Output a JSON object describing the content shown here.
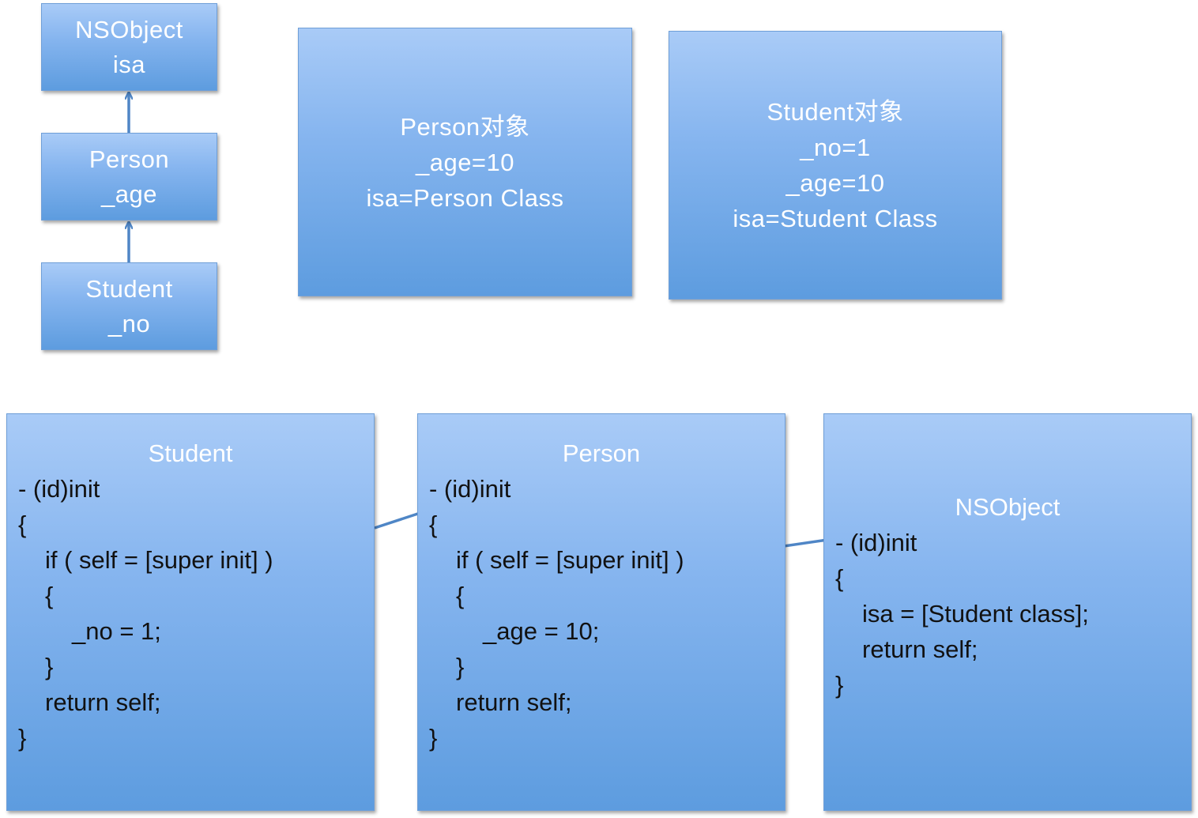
{
  "hierarchy": {
    "nsobject": {
      "name": "NSObject",
      "field": "isa"
    },
    "person": {
      "name": "Person",
      "field": "_age"
    },
    "student": {
      "name": "Student",
      "field": "_no"
    }
  },
  "objects": {
    "person_obj": {
      "lines": [
        "Person对象",
        "_age=10",
        "isa=Person Class"
      ]
    },
    "student_obj": {
      "lines": [
        "Student对象",
        "_no=1",
        "_age=10",
        "isa=Student Class"
      ]
    }
  },
  "code": {
    "student": {
      "title": "Student",
      "lines": [
        "- (id)init",
        "{",
        "if ( self = [super init] )",
        "{",
        "_no = 1;",
        "}",
        "return self;",
        "}"
      ]
    },
    "person": {
      "title": "Person",
      "lines": [
        "- (id)init",
        "{",
        "if ( self = [super init] )",
        "{",
        "_age = 10;",
        "}",
        "return self;",
        "}"
      ]
    },
    "nsobject": {
      "title": "NSObject",
      "lines": [
        "- (id)init",
        "{",
        "isa = [Student class];",
        "return self;",
        "}"
      ]
    }
  },
  "colors": {
    "box_top": "#a9cbf7",
    "box_bottom": "#5d9cdf",
    "arrow": "#4f86c6",
    "code_text": "#111111"
  }
}
